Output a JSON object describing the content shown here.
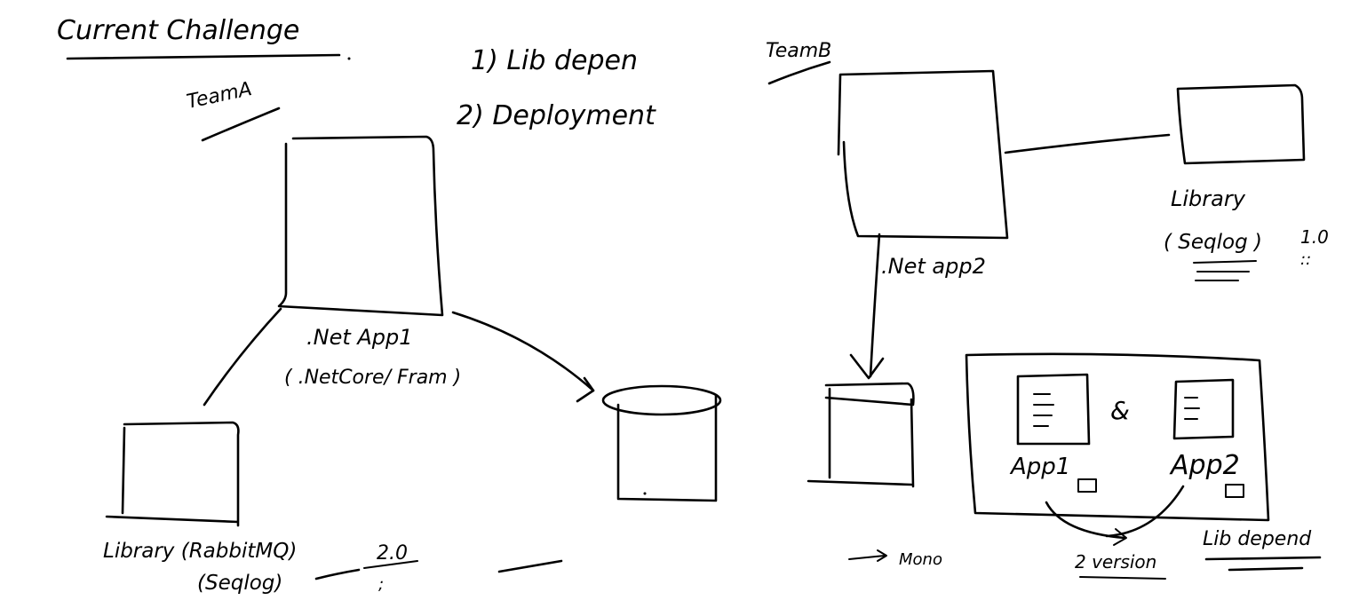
{
  "title": "Current Challenge",
  "issues": [
    "1) Lib depen",
    "2) Deployment"
  ],
  "team_a": {
    "label": "TeamA",
    "app_name": ".Net App1",
    "app_framework": "( .NetCore/ Fram )",
    "library": "Library (RabbitMQ)",
    "library_sub": "(Seqlog)",
    "library_version": "2.0",
    "version_mark": ";"
  },
  "team_b": {
    "label": "TeamB",
    "app_name": ".Net app2",
    "library": "Library",
    "library_sub": "( Seqlog )",
    "library_version": "1.0",
    "version_mark": "::",
    "arrow_note": "Mono"
  },
  "comparison": {
    "app1_label": "App1",
    "ampersand": "&",
    "app2_label": "App2",
    "versions_note": "2 version",
    "lib_depend_note": "Lib depend"
  }
}
